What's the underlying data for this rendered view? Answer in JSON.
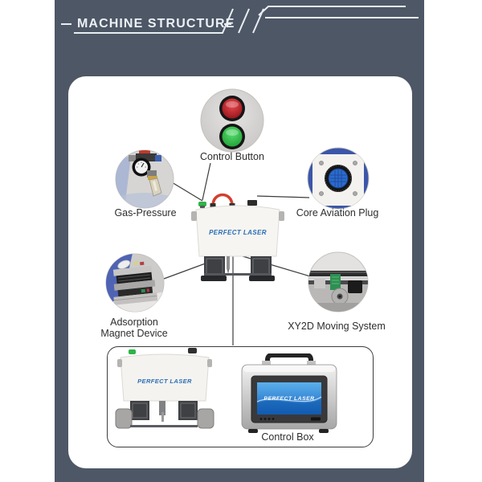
{
  "header": {
    "title": "MACHINE STRUCTURE"
  },
  "brand": "PERFECT LASER",
  "callouts": {
    "control_button": "Control Button",
    "gas_pressure": "Gas-Pressure",
    "core_aviation_plug": "Core Aviation Plug",
    "adsorption_magnet_line1": "Adsorption",
    "adsorption_magnet_line2": "Magnet Device",
    "xy2d": "XY2D Moving System",
    "control_box": "Control Box"
  },
  "colors": {
    "frame_slate": "#4d5766",
    "button_red": "#c01820",
    "button_green": "#2db448",
    "brand_blue": "#2a6db5",
    "screen_blue": "#1a6ec6"
  }
}
